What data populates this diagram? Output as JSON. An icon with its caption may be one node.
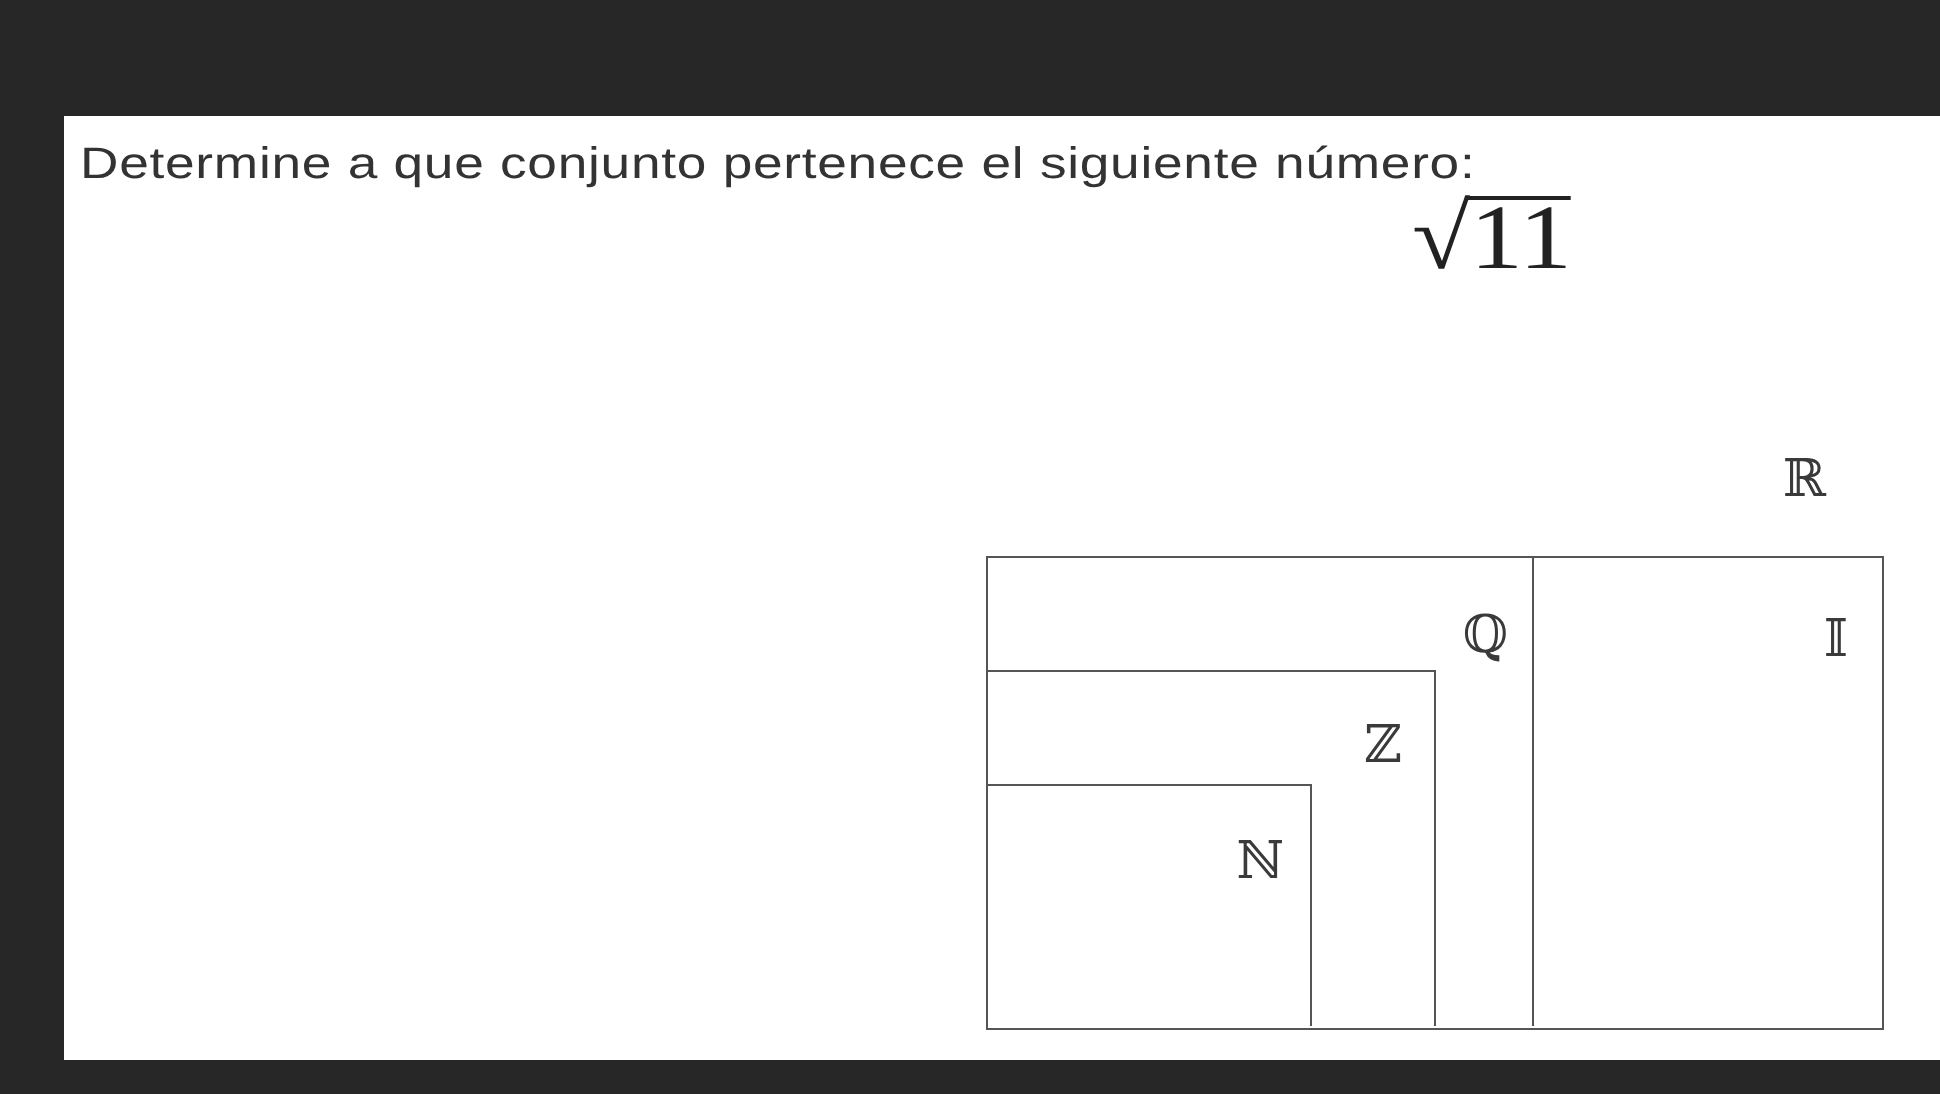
{
  "diagram": {
    "title": "Determine a que conjunto pertenece el siguiente número:",
    "nodes": [
      {
        "text": [
          "ℝ"
        ]
      },
      {
        "text": [
          "ℚ"
        ],
        "in": 0
      },
      {
        "text": [
          "𝕀"
        ],
        "in": 0
      },
      {
        "text": [
          "ℤ"
        ],
        "in": 1
      },
      {
        "text": [
          "ℕ"
        ],
        "in": 3
      }
    ],
    "labels": [
      "√11"
    ]
  }
}
